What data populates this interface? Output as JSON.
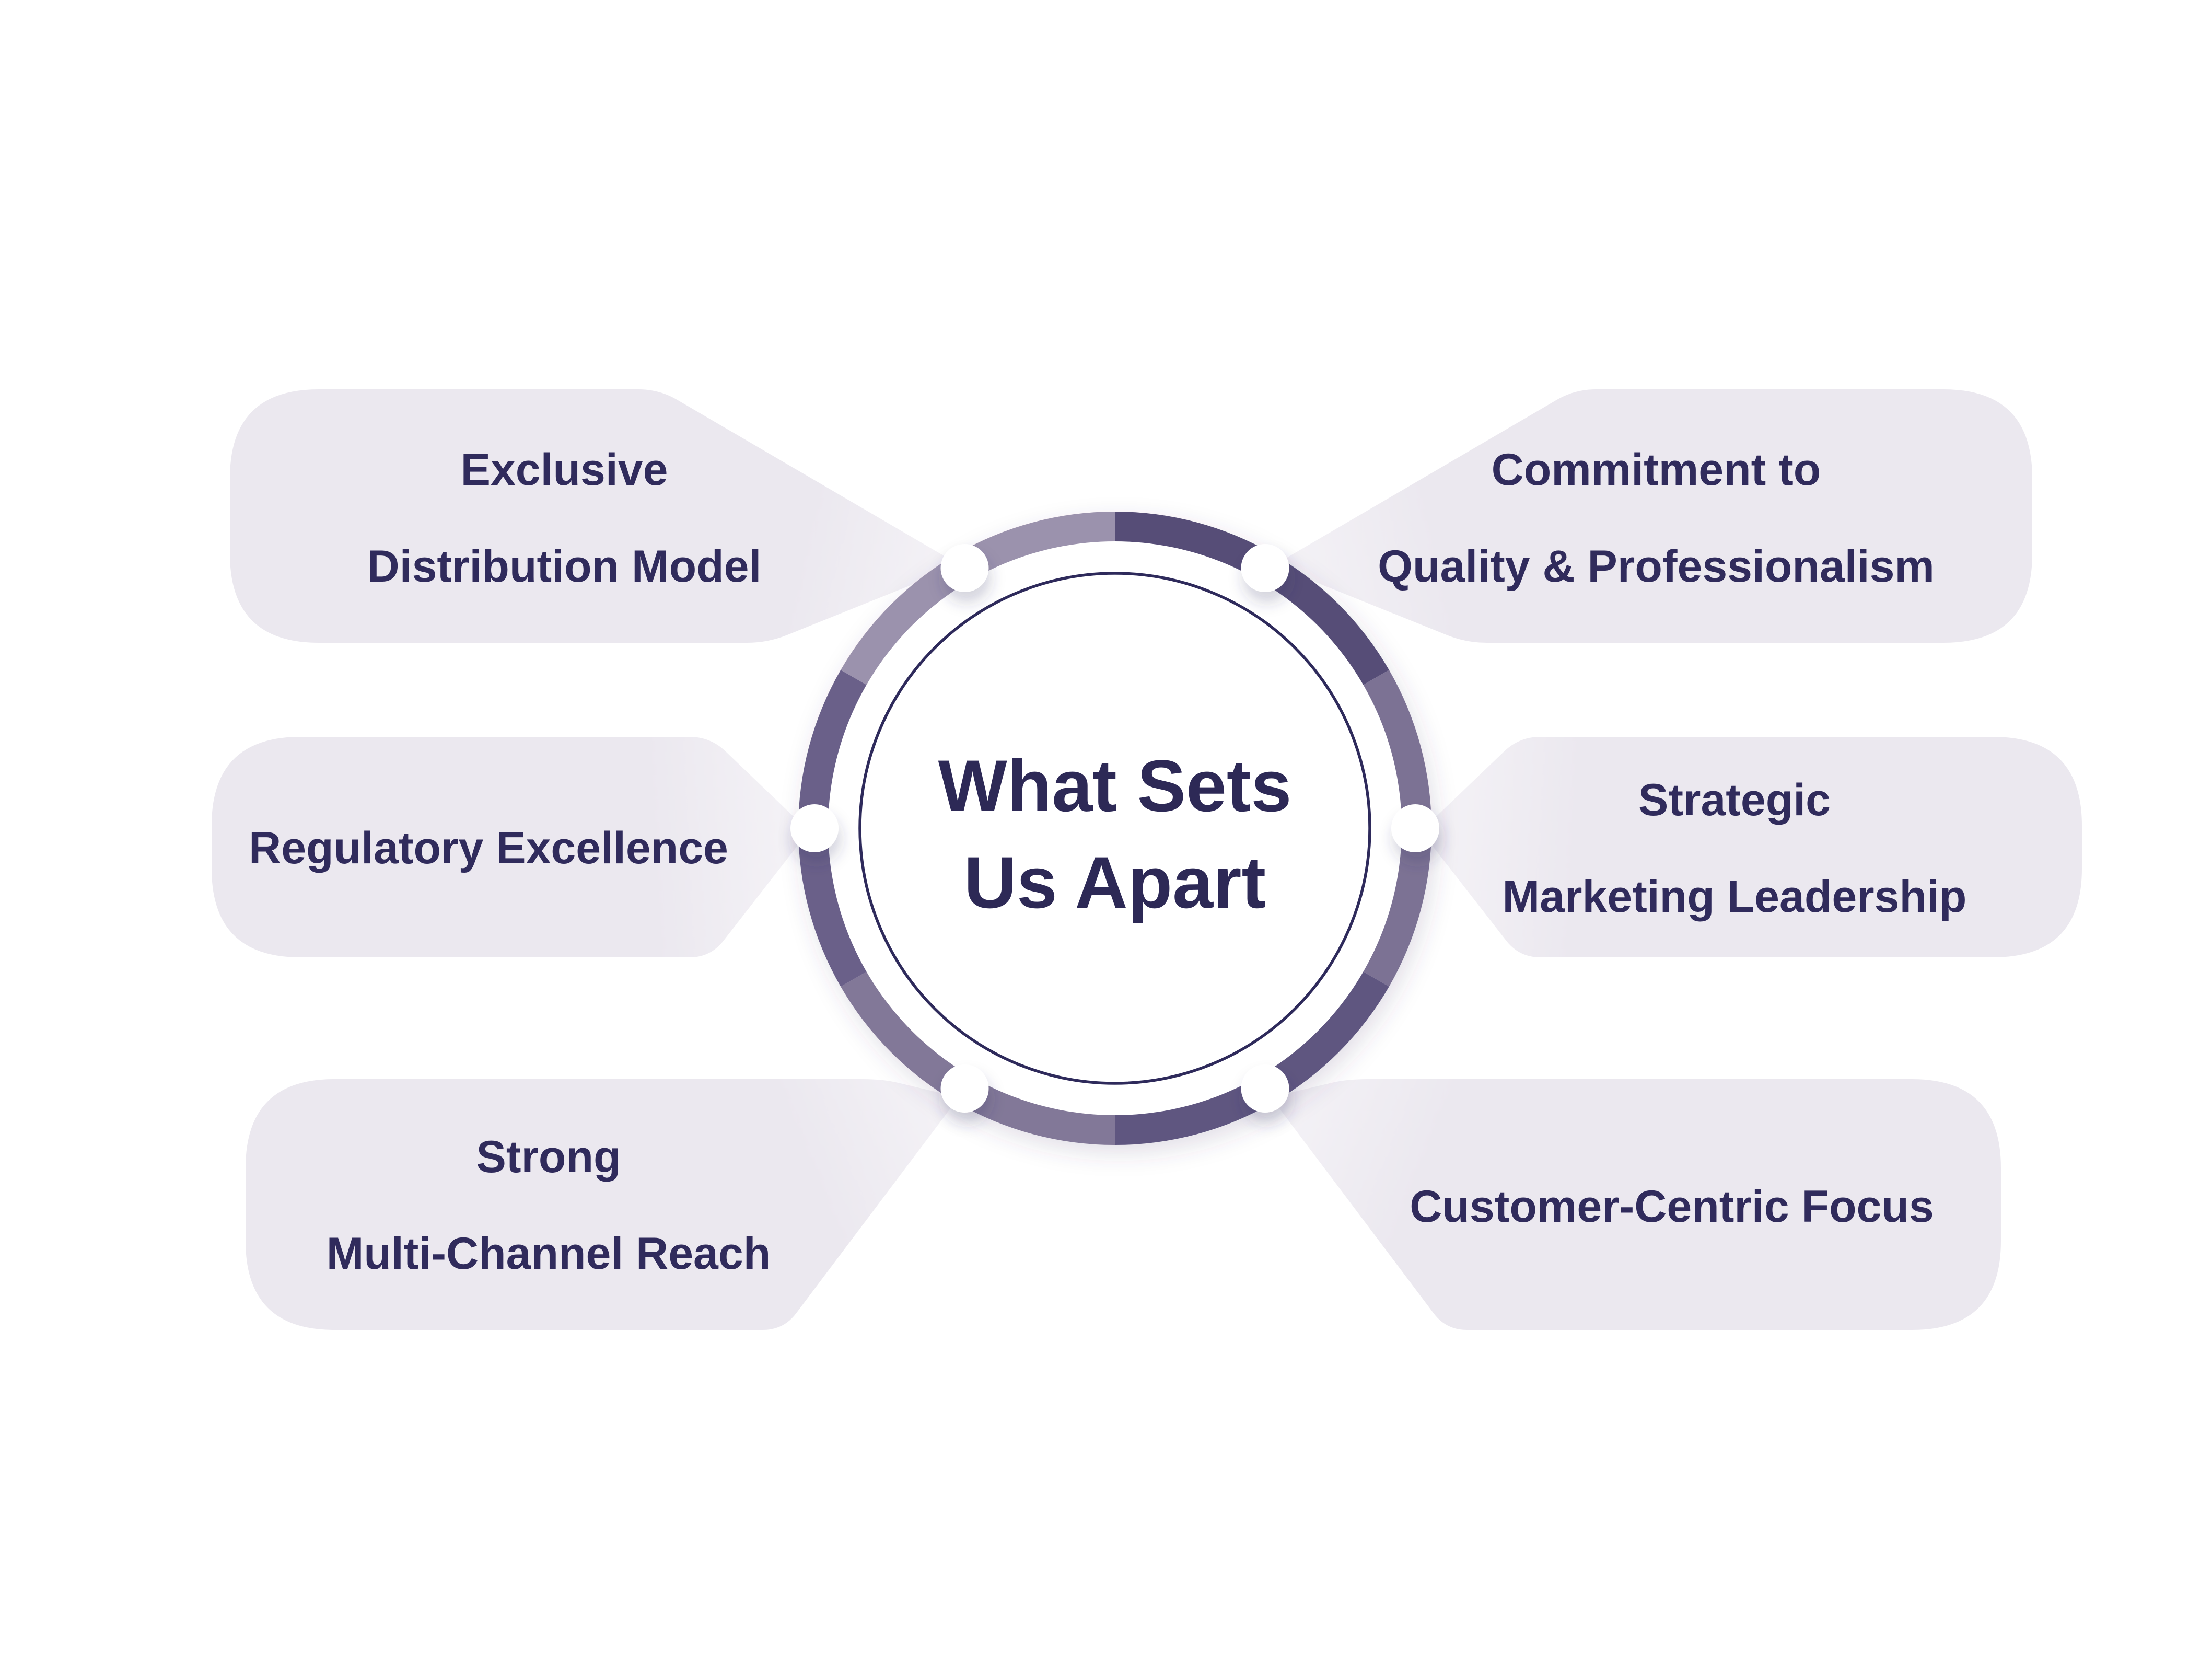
{
  "title": {
    "line1": "What Sets",
    "line2": "Us Apart"
  },
  "pills": {
    "top_left": {
      "name": "exclusive-distribution-model",
      "lines": [
        "Exclusive",
        "Distribution Model"
      ]
    },
    "mid_left": {
      "name": "regulatory-excellence",
      "lines": [
        "Regulatory Excellence"
      ]
    },
    "bottom_left": {
      "name": "strong-multi-channel-reach",
      "lines": [
        "Strong",
        "Multi-Channel Reach"
      ]
    },
    "top_right": {
      "name": "commitment-quality-professionalism",
      "lines": [
        "Commitment to",
        "Quality & Professionalism"
      ]
    },
    "mid_right": {
      "name": "strategic-marketing-leadership",
      "lines": [
        "Strategic",
        "Marketing Leadership"
      ]
    },
    "bottom_right": {
      "name": "customer-centric-focus",
      "lines": [
        "Customer-Centric Focus"
      ]
    }
  },
  "colors": {
    "background": "#FFFFFF",
    "pill_fill": "#EBE8EF",
    "pill_tip_light": "#F5F3F7",
    "pill_text": "#302B5C",
    "center_text": "#2D2956",
    "inner_circle_stroke": "#2E2A5B",
    "inner_circle_fill": "#FFFFFF",
    "dot_fill": "#FFFFFF",
    "ring_segments": [
      "#564E77",
      "#7C7294",
      "#5E5680",
      "#827898",
      "#6B6189",
      "#9B92AD"
    ]
  }
}
